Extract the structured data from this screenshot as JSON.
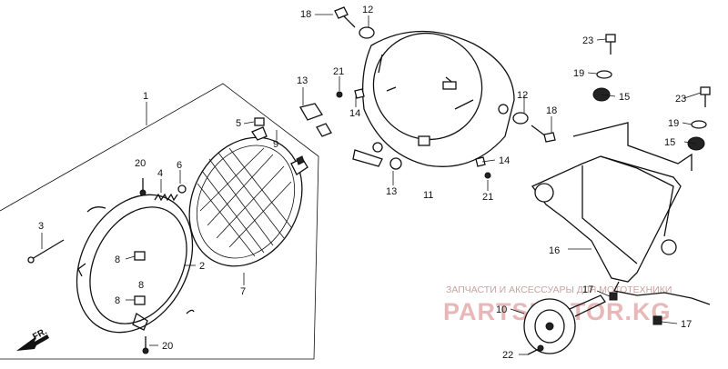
{
  "callouts": {
    "c1": "1",
    "c2": "2",
    "c3": "3",
    "c4": "4",
    "c5": "5",
    "c6": "6",
    "c7": "7",
    "c8a": "8",
    "c8b": "8",
    "c8c": "8",
    "c9": "9",
    "c10": "10",
    "c11": "11",
    "c12a": "12",
    "c12b": "12",
    "c13a": "13",
    "c13b": "13",
    "c14a": "14",
    "c14b": "14",
    "c15a": "15",
    "c15b": "15",
    "c16": "16",
    "c17a": "17",
    "c17b": "17",
    "c18a": "18",
    "c18b": "18",
    "c19a": "19",
    "c19b": "19",
    "c20a": "20",
    "c20b": "20",
    "c21a": "21",
    "c21b": "21",
    "c22": "22",
    "c23a": "23",
    "c23b": "23"
  },
  "direction_label": "FR.",
  "watermark": {
    "caption": "ЗАПЧАСТИ И АКСЕССУАРЫ ДЛЯ МОТОТЕХНИКИ",
    "brand": "PARTSMOTOR.KG"
  },
  "colors": {
    "line": "#111111",
    "watermark": "#e8b8b8"
  }
}
